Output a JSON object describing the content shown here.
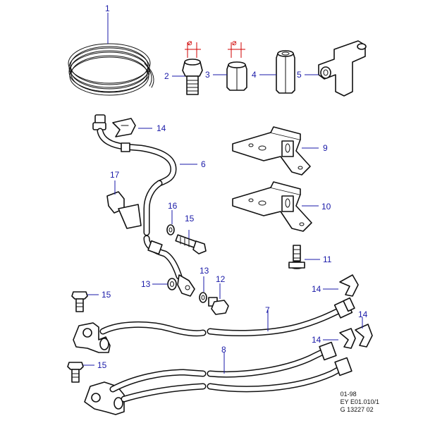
{
  "callouts": {
    "c1": "1",
    "c2": "2",
    "c3": "3",
    "c4": "4",
    "c5": "5",
    "c6": "6",
    "c7": "7",
    "c8": "8",
    "c9": "9",
    "c10": "10",
    "c11": "11",
    "c12": "12",
    "c13a": "13",
    "c13b": "13",
    "c14a": "14",
    "c14b": "14",
    "c14c": "14",
    "c14d": "14",
    "c15a": "15",
    "c15b": "15",
    "c15c": "15",
    "c16": "16",
    "c17": "17"
  },
  "diameter_symbol": "⌀",
  "reference": {
    "date": "01-98",
    "code": "EY E01.010/1",
    "drawing": "G 13227 02"
  },
  "colors": {
    "callout": "#1a1aa8",
    "diameter": "#d00000",
    "line": "#111111"
  }
}
